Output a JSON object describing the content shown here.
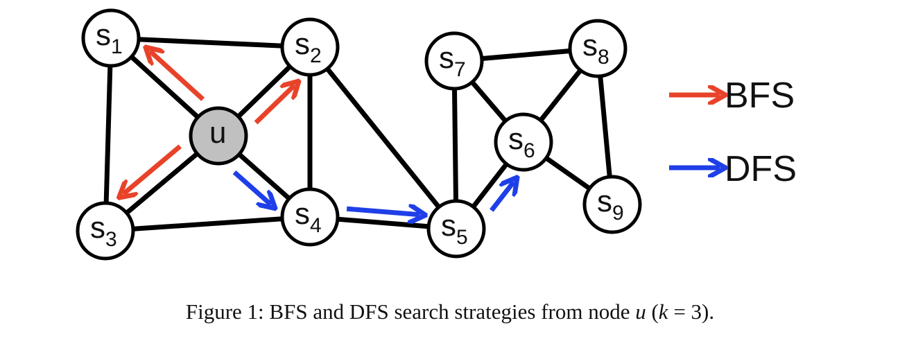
{
  "colors": {
    "bfs": "#e8432a",
    "dfs": "#1f3fe8",
    "start_node_fill": "#c0c0c0",
    "node_fill": "#ffffff",
    "edge": "#000000"
  },
  "nodes": [
    {
      "id": "s1",
      "base": "s",
      "sub": "1"
    },
    {
      "id": "s2",
      "base": "s",
      "sub": "2"
    },
    {
      "id": "u",
      "base": "u",
      "sub": ""
    },
    {
      "id": "s3",
      "base": "s",
      "sub": "3"
    },
    {
      "id": "s4",
      "base": "s",
      "sub": "4"
    },
    {
      "id": "s5",
      "base": "s",
      "sub": "5"
    },
    {
      "id": "s6",
      "base": "s",
      "sub": "6"
    },
    {
      "id": "s7",
      "base": "s",
      "sub": "7"
    },
    {
      "id": "s8",
      "base": "s",
      "sub": "8"
    },
    {
      "id": "s9",
      "base": "s",
      "sub": "9"
    }
  ],
  "edges": [
    [
      "s1",
      "s2"
    ],
    [
      "s1",
      "s3"
    ],
    [
      "s1",
      "u"
    ],
    [
      "s2",
      "u"
    ],
    [
      "s2",
      "s4"
    ],
    [
      "s2",
      "s5"
    ],
    [
      "u",
      "s3"
    ],
    [
      "u",
      "s4"
    ],
    [
      "s3",
      "s4"
    ],
    [
      "s4",
      "s5"
    ],
    [
      "s5",
      "s7"
    ],
    [
      "s5",
      "s6"
    ],
    [
      "s7",
      "s6"
    ],
    [
      "s7",
      "s8"
    ],
    [
      "s6",
      "s8"
    ],
    [
      "s6",
      "s9"
    ],
    [
      "s8",
      "s9"
    ]
  ],
  "bfs_arrows": [
    [
      "u",
      "s1"
    ],
    [
      "u",
      "s2"
    ],
    [
      "u",
      "s3"
    ]
  ],
  "dfs_arrows": [
    [
      "u",
      "s4"
    ],
    [
      "s4",
      "s5"
    ],
    [
      "s5",
      "s6"
    ]
  ],
  "legend": {
    "bfs": "BFS",
    "dfs": "DFS"
  },
  "caption": {
    "prefix": "Figure 1: BFS and DFS search strategies from node ",
    "var_u": "u",
    "paren_open": " (",
    "var_k": "k",
    "equals": " = 3)."
  }
}
